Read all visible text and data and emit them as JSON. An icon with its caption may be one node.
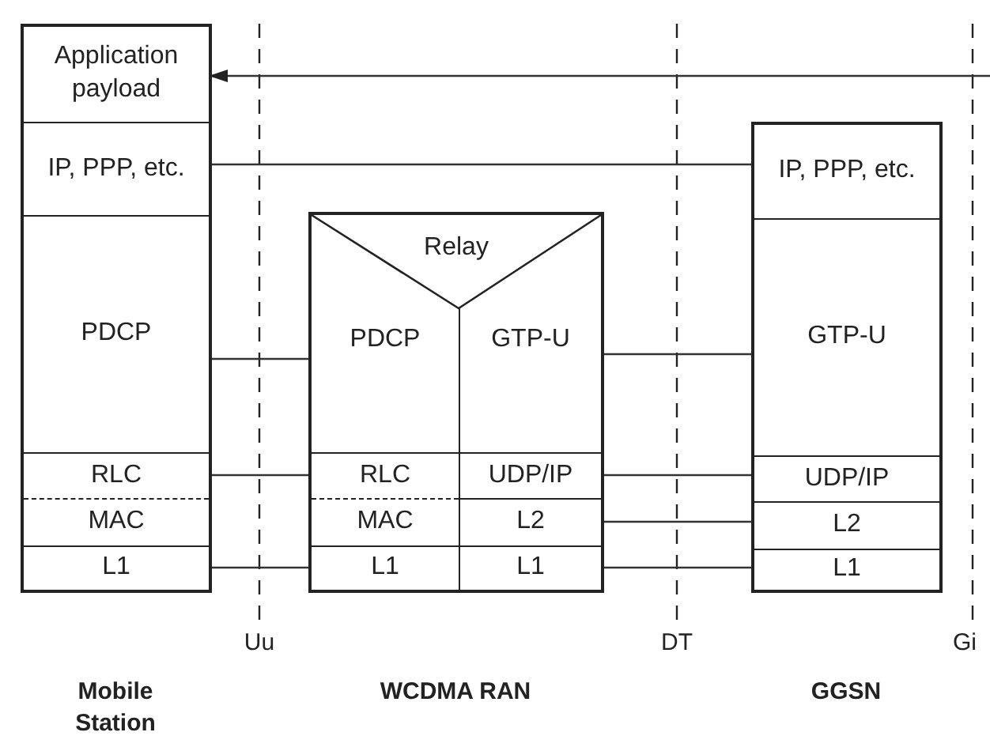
{
  "diagram": {
    "nodes": [
      {
        "text": [],
        "shape": "box",
        "beside": [
          "Mobile Station"
        ]
      },
      {
        "text": [
          "Application payload"
        ],
        "in": 0
      },
      {
        "text": [
          "IP, PPP, etc."
        ],
        "in": 0
      },
      {
        "text": [
          "PDCP"
        ],
        "in": 0
      },
      {
        "text": [
          "RLC"
        ],
        "in": 0
      },
      {
        "text": [
          "MAC"
        ],
        "in": 0
      },
      {
        "text": [
          "L1"
        ],
        "in": 0
      },
      {
        "text": [],
        "shape": "box",
        "beside": [
          "WCDMA RAN"
        ]
      },
      {
        "text": [
          "Relay"
        ],
        "in": 7
      },
      {
        "text": [
          "PDCP"
        ],
        "in": 7
      },
      {
        "text": [
          "GTP-U"
        ],
        "in": 7
      },
      {
        "text": [
          "RLC"
        ],
        "in": 7
      },
      {
        "text": [
          "UDP/IP"
        ],
        "in": 7
      },
      {
        "text": [
          "MAC"
        ],
        "in": 7
      },
      {
        "text": [
          "L2"
        ],
        "in": 7
      },
      {
        "text": [
          "L1"
        ],
        "in": 7
      },
      {
        "text": [
          "L1"
        ],
        "in": 7
      },
      {
        "text": [],
        "shape": "box",
        "beside": [
          "GGSN"
        ]
      },
      {
        "text": [
          "IP, PPP, etc."
        ],
        "in": 17
      },
      {
        "text": [
          "GTP-U"
        ],
        "in": 17
      },
      {
        "text": [
          "UDP/IP"
        ],
        "in": 17
      },
      {
        "text": [
          "L2"
        ],
        "in": 17
      },
      {
        "text": [
          "L1"
        ],
        "in": 17
      }
    ],
    "edges": [
      {
        "from": null,
        "to": 1,
        "arrow": "to"
      },
      {
        "from": 2,
        "to": 18,
        "arrow": "none"
      },
      {
        "from": 3,
        "to": 9,
        "arrow": "none"
      },
      {
        "from": 4,
        "to": 11,
        "arrow": "none"
      },
      {
        "from": 6,
        "to": 15,
        "arrow": "none"
      },
      {
        "from": 10,
        "to": 19,
        "arrow": "none"
      },
      {
        "from": 12,
        "to": 20,
        "arrow": "none"
      },
      {
        "from": 14,
        "to": 21,
        "arrow": "none"
      },
      {
        "from": 16,
        "to": 22,
        "arrow": "none"
      }
    ],
    "labels": [
      "Uu",
      "DT",
      "Gi"
    ]
  }
}
